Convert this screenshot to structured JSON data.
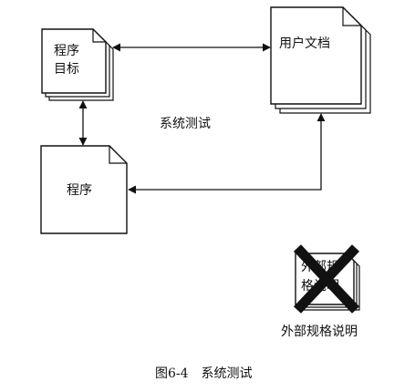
{
  "nodes": {
    "program_target": {
      "line1": "程序",
      "line2": "目标"
    },
    "user_docs": {
      "label": "用户文档"
    },
    "program": {
      "label": "程序"
    },
    "external_spec": {
      "line1": "外部规",
      "line2": "格说明",
      "caption": "外部规格说明",
      "marked_excluded": true
    }
  },
  "center_label": "系统测试",
  "figure_caption": "图6-4　系统测试",
  "colors": {
    "stroke": "#111111",
    "cross": "#111111",
    "background": "#ffffff"
  }
}
